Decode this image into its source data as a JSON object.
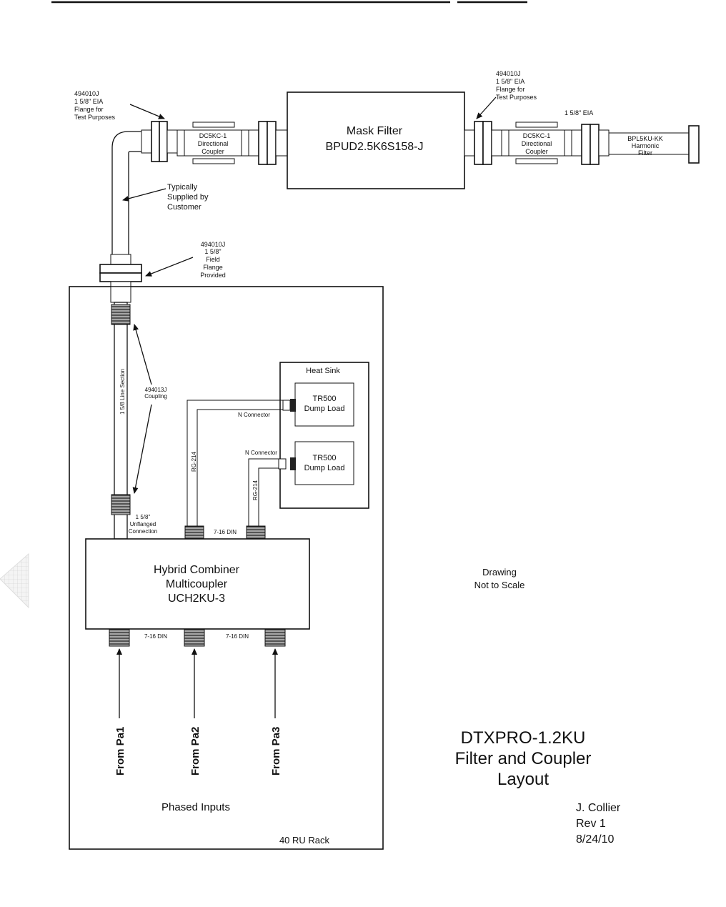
{
  "mask_filter": {
    "name": "Mask Filter",
    "model": "BPUD2.5K6S158-J"
  },
  "eia_flange_left": {
    "part": "494010J",
    "line1": "1 5/8\" EIA",
    "line2": "Flange for",
    "line3": "Test Purposes"
  },
  "eia_flange_right": {
    "part": "494010J",
    "line1": "1 5/8\" EIA",
    "line2": "Flange for",
    "line3": "Test Purposes"
  },
  "coupler_left": {
    "model": "DC5KC-1",
    "line2": "Directional",
    "line3": "Coupler"
  },
  "coupler_right": {
    "model": "DC5KC-1",
    "line2": "Directional",
    "line3": "Coupler"
  },
  "eia_label": "1 5/8\" EIA",
  "harmonic_filter": {
    "model": "BPL5KU-KK",
    "line2": "Harmonic",
    "line3": "Filter"
  },
  "customer_note": {
    "line1": "Typically",
    "line2": "Supplied by",
    "line3": "Customer"
  },
  "field_flange": {
    "part": "494010J",
    "line1": "1 5/8\"",
    "line2": "Field",
    "line3": "Flange",
    "line4": "Provided"
  },
  "line_section": "1 5/8 Line Section",
  "coupling": {
    "part": "494013J",
    "line2": "Coupling"
  },
  "unflanged": {
    "line1": "1 5/8\"",
    "line2": "Unflanged",
    "line3": "Connection"
  },
  "heat_sink": "Heat Sink",
  "dump_load_1": {
    "name": "TR500",
    "line2": "Dump Load"
  },
  "dump_load_2": {
    "name": "TR500",
    "line2": "Dump Load"
  },
  "n_connector_1": "N Connector",
  "n_connector_2": "N Connector",
  "rg214_1": "RG-214",
  "rg214_2": "RG-214",
  "din_top": "7-16 DIN",
  "din_bottom_1": "7-16 DIN",
  "din_bottom_2": "7-16 DIN",
  "combiner": {
    "line1": "Hybrid Combiner",
    "line2": "Multicoupler",
    "line3": "UCH2KU-3"
  },
  "inputs": [
    "From Pa1",
    "From Pa2",
    "From Pa3"
  ],
  "phased_inputs": "Phased Inputs",
  "rack": "40 RU Rack",
  "scale_note": {
    "line1": "Drawing",
    "line2": "Not to Scale"
  },
  "title": {
    "line1": "DTXPRO-1.2KU",
    "line2": "Filter and Coupler",
    "line3": "Layout"
  },
  "author": {
    "name": "J. Collier",
    "rev": "Rev 1",
    "date": "8/24/10"
  }
}
